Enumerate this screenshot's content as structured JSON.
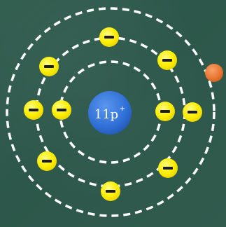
{
  "nucleus": {
    "label": "11p",
    "label_sup": "+",
    "color": "#2f6fd6"
  },
  "colors": {
    "electron": "#ffee00",
    "electron_mark": "#1d1d1d",
    "orbit": "#ffffff",
    "extra_particle": "#e8742f"
  },
  "shells": [
    {
      "name": "shell-1",
      "electron_count": 2
    },
    {
      "name": "shell-2",
      "electron_count": 8
    },
    {
      "name": "shell-3",
      "electron_count": 1
    }
  ],
  "electron_mark": "−"
}
